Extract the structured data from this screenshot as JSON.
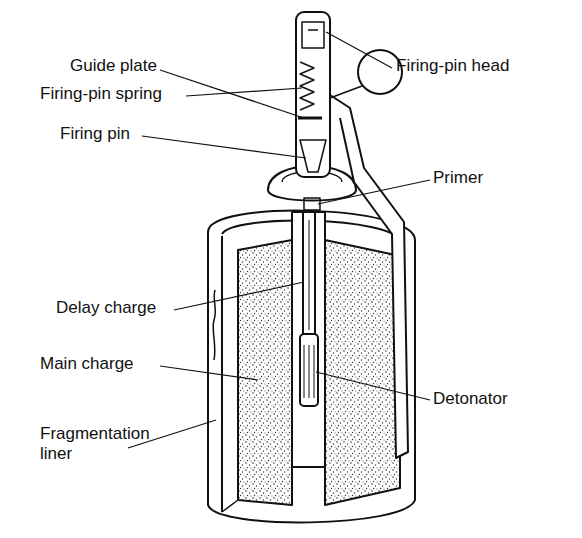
{
  "diagram": {
    "labels": [
      "Guide plate",
      "Firing-pin head",
      "Firing-pin spring",
      "Firing pin",
      "Primer",
      "Delay charge",
      "Main charge",
      "Detonator",
      "Fragmentation liner"
    ]
  }
}
